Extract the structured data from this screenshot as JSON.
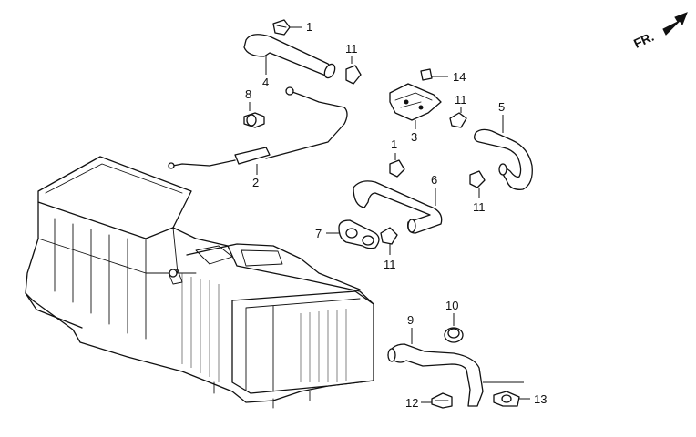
{
  "direction_indicator": {
    "label": "FR.",
    "icon": "arrow-icon"
  },
  "callouts": {
    "c1a": "1",
    "c1b": "1",
    "c2": "2",
    "c3": "3",
    "c4": "4",
    "c5": "5",
    "c6": "6",
    "c7": "7",
    "c8": "8",
    "c9": "9",
    "c10": "10",
    "c11a": "11",
    "c11b": "11",
    "c11c": "11",
    "c11d": "11",
    "c12": "12",
    "c13": "13",
    "c14": "14"
  }
}
